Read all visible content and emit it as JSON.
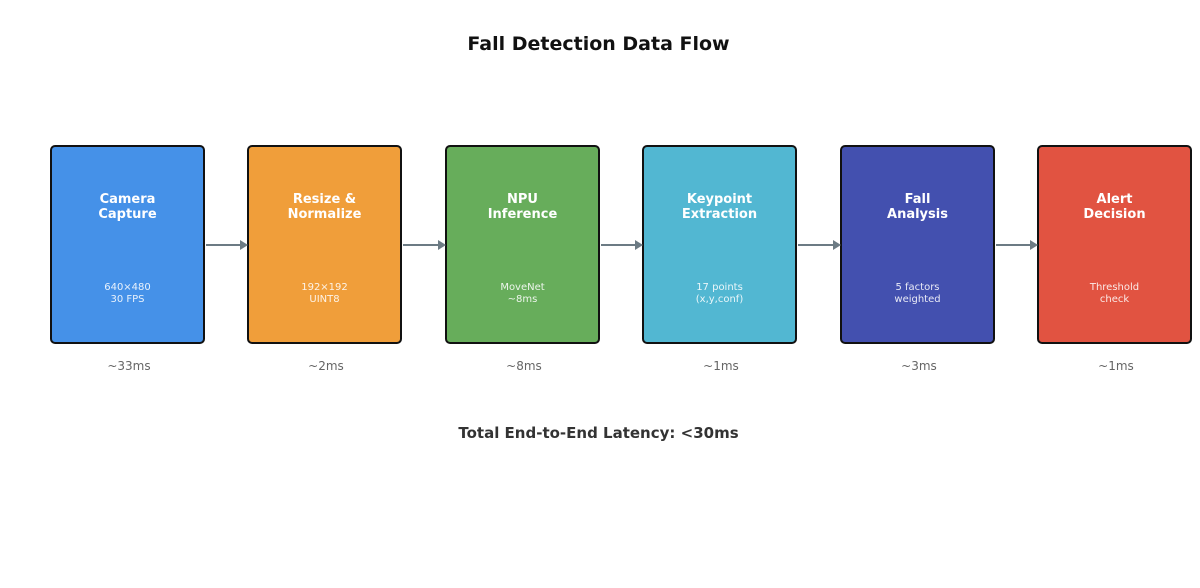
{
  "title": "Fall Detection Data Flow",
  "stages": [
    {
      "name": "Camera\nCapture",
      "detail": "640×480\n30 FPS",
      "timing": "~33ms",
      "color": "#4591e8"
    },
    {
      "name": "Resize &\nNormalize",
      "detail": "192×192\nUINT8",
      "timing": "~2ms",
      "color": "#f09e3a"
    },
    {
      "name": "NPU\nInference",
      "detail": "MoveNet\n~8ms",
      "timing": "~8ms",
      "color": "#67ad5b"
    },
    {
      "name": "Keypoint\nExtraction",
      "detail": "17 points\n(x,y,conf)",
      "timing": "~1ms",
      "color": "#52b7d2"
    },
    {
      "name": "Fall\nAnalysis",
      "detail": "5 factors\nweighted",
      "timing": "~3ms",
      "color": "#4350af"
    },
    {
      "name": "Alert\nDecision",
      "detail": "Threshold\ncheck",
      "timing": "~1ms",
      "color": "#e15341"
    }
  ],
  "footer": "Total End-to-End Latency: <30ms"
}
